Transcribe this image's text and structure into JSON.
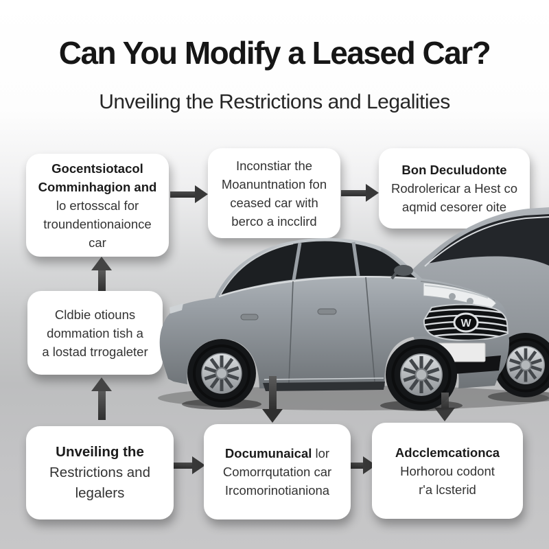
{
  "header": {
    "title": "Can You Modify a Leased Car?",
    "subtitle": "Unveiling the Restrictions and Legalities"
  },
  "flowchart": {
    "boxes": [
      {
        "id": "top-left",
        "lines": [
          "Gocentsiotacol",
          "Comminhagion and",
          "lo ertosscal for",
          "troundentionaionce",
          "car"
        ]
      },
      {
        "id": "top-middle",
        "lines": [
          "Inconstiar the",
          "Moanuntnation fon",
          "ceased car with",
          "berco a incclird"
        ]
      },
      {
        "id": "top-right",
        "lines": [
          "Bon Deculudonte",
          "Rodrolericar a Hest co",
          "aqmid cesorer oite"
        ]
      },
      {
        "id": "middle-left",
        "lines": [
          "Cldbie otiouns",
          "dommation tish a",
          "a lostad trrogaleter"
        ]
      },
      {
        "id": "bottom-left",
        "lines": [
          "Unveiling the",
          "Restrictions and",
          "legalers"
        ]
      },
      {
        "id": "bottom-middle",
        "lines": [
          "Documunaical",
          " lor",
          "Comorrqutation car",
          "Ircomorinotianiona"
        ]
      },
      {
        "id": "bottom-right",
        "lines": [
          "Adcclemcationca",
          "Horhorou codont",
          "r'a lcsterid"
        ]
      }
    ]
  },
  "icons": {
    "arrow_right": "right flow arrow",
    "arrow_up": "up flow arrow",
    "arrow_down": "down flow arrow",
    "car_badge": "W"
  },
  "colors": {
    "background_top": "#ffffff",
    "background_bottom": "#c7c7c8",
    "box_fill": "#ffffff",
    "arrow": "#3c3c3c",
    "title_text": "#161616",
    "body_text": "#333333",
    "car_silver": "#9aa0a6",
    "car_glass": "#1c1f22",
    "plate_blue": "#2a4fa0"
  }
}
